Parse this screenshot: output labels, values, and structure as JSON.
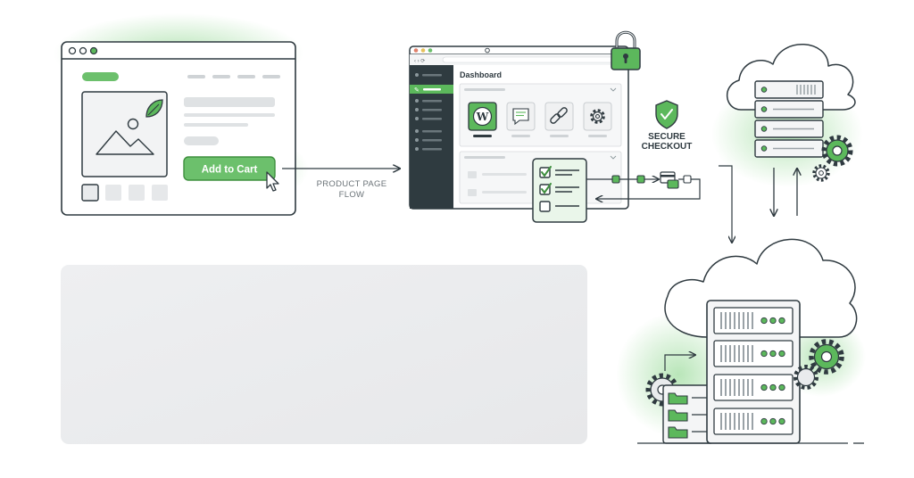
{
  "product_page": {
    "add_to_cart_label": "Add to Cart",
    "flow_label_line1": "PRODUCT PAGE",
    "flow_label_line2": "FLOW"
  },
  "dashboard": {
    "title": "Dashboard",
    "app_icons": [
      "wordpress-icon",
      "comment-icon",
      "link-icon",
      "gear-icon"
    ]
  },
  "checkout": {
    "label_line1": "SECURE",
    "label_line2": "CHECKOUT"
  },
  "colors": {
    "accent": "#5cb85c",
    "accent_dark": "#3e8f3e",
    "stroke": "#2f3a40",
    "light_fill": "#e6e8ea",
    "sidebar": "#2f3b40"
  }
}
